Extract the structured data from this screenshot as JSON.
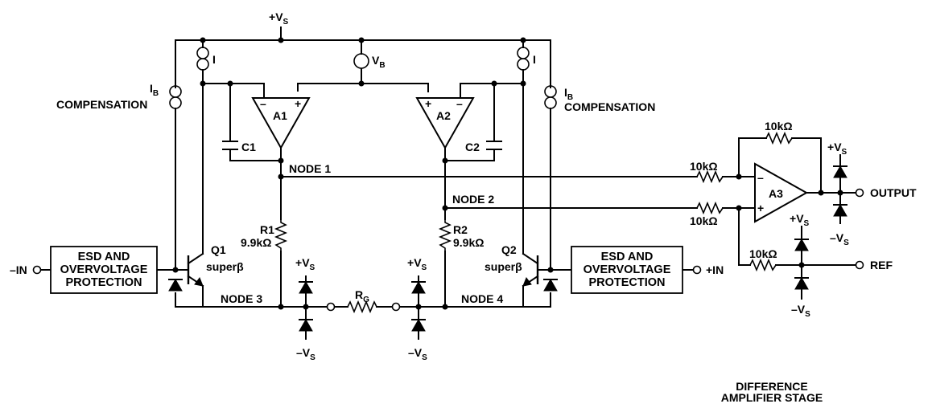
{
  "supply": {
    "vs": "V",
    "vs_sub": "S",
    "plus": "+",
    "minus": "–"
  },
  "sources": {
    "i": "I",
    "vb": "V",
    "vb_sub": "B",
    "ib": "I",
    "ib_sub": "B",
    "compensation": "COMPENSATION"
  },
  "amps": {
    "a1": "A1",
    "a2": "A2",
    "a3": "A3",
    "plus": "+",
    "minus": "–"
  },
  "caps": {
    "c1": "C1",
    "c2": "C2"
  },
  "nodes": {
    "n1": "NODE 1",
    "n2": "NODE 2",
    "n3": "NODE 3",
    "n4": "NODE 4"
  },
  "resistors": {
    "r1": "R1",
    "r1v": "9.9kΩ",
    "r2": "R2",
    "r2v": "9.9kΩ",
    "rg": "R",
    "rg_sub": "G",
    "r10k": "10kΩ"
  },
  "transistors": {
    "q1": "Q1",
    "q2": "Q2",
    "superb": "superβ"
  },
  "esd": {
    "line1": "ESD AND",
    "line2": "OVERVOLTAGE",
    "line3": "PROTECTION"
  },
  "pins": {
    "minus_in": "–IN",
    "plus_in": "+IN",
    "output": "OUTPUT",
    "ref": "REF"
  },
  "stage": {
    "line1": "DIFFERENCE",
    "line2": "AMPLIFIER STAGE"
  }
}
